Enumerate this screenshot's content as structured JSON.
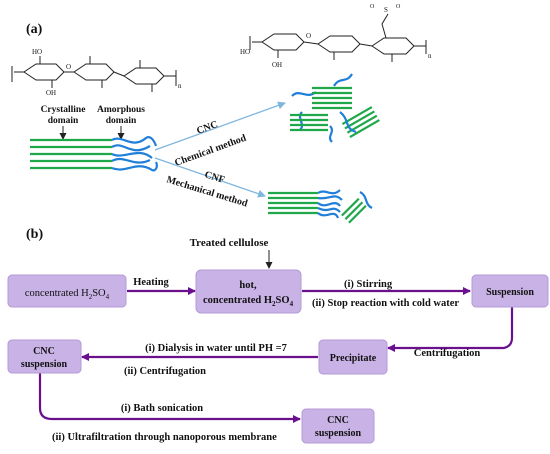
{
  "panel_a": {
    "label": "(a)",
    "crystalline_label_1": "Crystalline",
    "crystalline_label_2": "domain",
    "amorphous_label_1": "Amorphous",
    "amorphous_label_2": "domain",
    "cnc_label": "CNC",
    "chemical_method": "Chemical method",
    "cnf_label": "CNF",
    "mechanical_method": "Mechanical method",
    "molecule_left": {
      "ho": "HO",
      "oh": "OH",
      "o": "O",
      "n": "n"
    },
    "molecule_right": {
      "ho": "HO",
      "oh": "OH",
      "o": "O",
      "s": "S",
      "n": "n"
    }
  },
  "panel_b": {
    "label": "(b)",
    "treated_cellulose": "Treated cellulose",
    "box_conc": {
      "pre": "concentrated H",
      "sub1": "2",
      "mid": "SO",
      "sub2": "4"
    },
    "heating": "Heating",
    "box_hot": {
      "line1": "hot,",
      "pre": "concentrated H",
      "sub1": "2",
      "mid": "SO",
      "sub2": "4"
    },
    "stirring": "(i) Stirring",
    "stop_reaction": "(ii) Stop reaction with cold water",
    "box_suspension": "Suspension",
    "centrifugation": "Centrifugation",
    "box_precipitate": "Precipitate",
    "dialysis": "(i) Dialysis in water until PH =7",
    "centrifugation_ii": "(ii) Centrifugation",
    "box_cnc1": {
      "line1": "CNC",
      "line2": "suspension"
    },
    "bath_sonication": "(i) Bath sonication",
    "ultrafiltration": "(ii) Ultrafiltration through nanoporous membrane",
    "box_cnc2": {
      "line1": "CNC",
      "line2": "suspension"
    }
  }
}
